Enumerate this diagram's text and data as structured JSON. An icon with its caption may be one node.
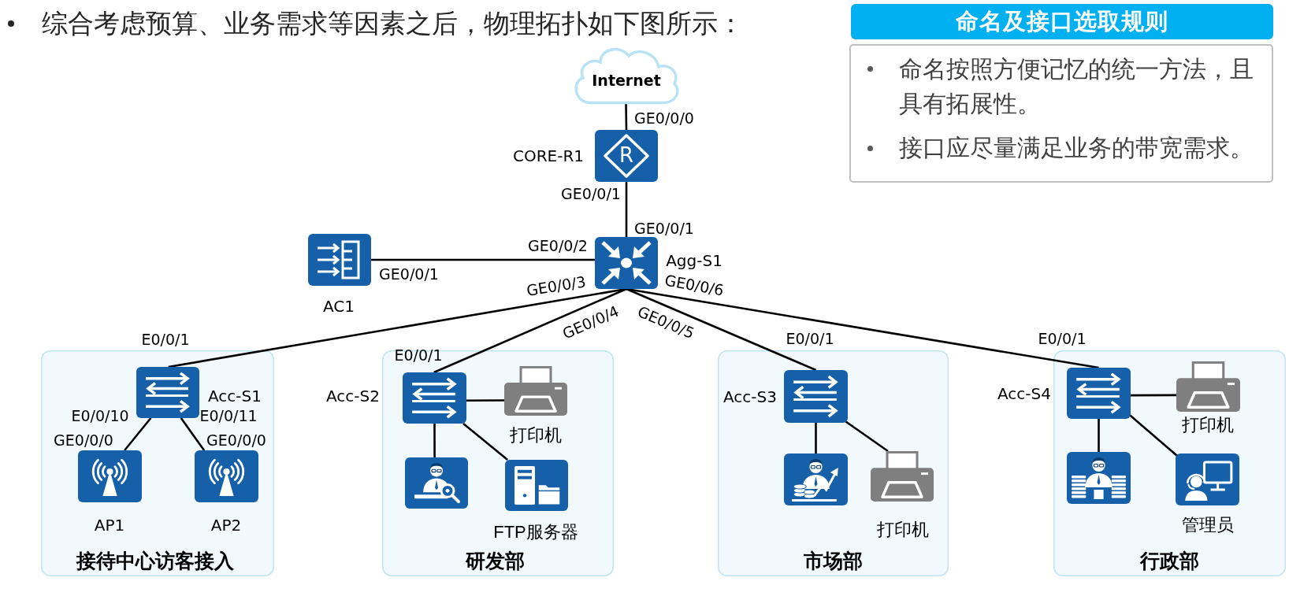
{
  "diagram": {
    "title": "综合考虑预算、业务需求等因素之后，物理拓扑如下图所示：",
    "nodes": [
      {
        "text": [
          "命名及接口选取规则"
        ]
      },
      {
        "text": [
          "命名按照方便记忆的统一方法，且具有拓展性。",
          "接口应尽量满足业务的带宽需求。"
        ]
      },
      {
        "text": [
          "Internet"
        ]
      },
      {
        "text": [
          "CORE-R1"
        ],
        "beside": [
          "GE0/0/0",
          "GE0/0/1"
        ]
      },
      {
        "text": [
          "AC1"
        ],
        "beside": [
          "GE0/0/1"
        ]
      },
      {
        "text": [
          "Agg-S1"
        ],
        "beside": [
          "GE0/0/1",
          "GE0/0/2",
          "GE0/0/3",
          "GE0/0/4",
          "GE0/0/5",
          "GE0/0/6"
        ]
      },
      {
        "text": [
          "接待中心访客接入"
        ]
      },
      {
        "text": [
          "Acc-S1"
        ],
        "in": 6,
        "beside": [
          "E0/0/1",
          "E0/0/10",
          "E0/0/11"
        ]
      },
      {
        "text": [
          "AP1"
        ],
        "in": 6,
        "beside": [
          "GE0/0/0"
        ]
      },
      {
        "text": [
          "AP2"
        ],
        "in": 6,
        "beside": [
          "GE0/0/0"
        ]
      },
      {
        "text": [
          "研发部"
        ]
      },
      {
        "text": [
          "Acc-S2"
        ],
        "in": 10,
        "beside": [
          "E0/0/1"
        ]
      },
      {
        "text": [
          "打印机"
        ],
        "in": 10
      },
      {
        "text": [],
        "shape": "picture",
        "in": 10
      },
      {
        "text": [
          "FTP服务器"
        ],
        "in": 10
      },
      {
        "text": [
          "市场部"
        ]
      },
      {
        "text": [
          "Acc-S3"
        ],
        "in": 15,
        "beside": [
          "E0/0/1"
        ]
      },
      {
        "text": [],
        "shape": "picture",
        "in": 15
      },
      {
        "text": [
          "打印机"
        ],
        "in": 15
      },
      {
        "text": [
          "行政部"
        ]
      },
      {
        "text": [
          "Acc-S4"
        ],
        "in": 19,
        "beside": [
          "E0/0/1"
        ]
      },
      {
        "text": [
          "打印机"
        ],
        "in": 19
      },
      {
        "text": [],
        "shape": "picture",
        "in": 19
      },
      {
        "text": [
          "管理员"
        ],
        "in": 19
      }
    ],
    "edges": [
      {
        "from": 2,
        "to": 3,
        "arrow": "none"
      },
      {
        "from": 3,
        "to": 5,
        "arrow": "none"
      },
      {
        "from": 4,
        "to": 5,
        "arrow": "none"
      },
      {
        "from": 5,
        "to": 7,
        "arrow": "none"
      },
      {
        "from": 5,
        "to": 11,
        "arrow": "none"
      },
      {
        "from": 5,
        "to": 16,
        "arrow": "none"
      },
      {
        "from": 5,
        "to": 20,
        "arrow": "none"
      },
      {
        "from": 7,
        "to": 8,
        "arrow": "none"
      },
      {
        "from": 7,
        "to": 9,
        "arrow": "none"
      },
      {
        "from": 11,
        "to": 12,
        "arrow": "none"
      },
      {
        "from": 11,
        "to": 13,
        "arrow": "none"
      },
      {
        "from": 11,
        "to": 14,
        "arrow": "none"
      },
      {
        "from": 16,
        "to": 17,
        "arrow": "none"
      },
      {
        "from": 16,
        "to": 18,
        "arrow": "none"
      },
      {
        "from": 20,
        "to": 21,
        "arrow": "none"
      },
      {
        "from": 20,
        "to": 22,
        "arrow": "none"
      },
      {
        "from": 20,
        "to": 23,
        "arrow": "none"
      }
    ],
    "labels": [
      "R"
    ]
  }
}
